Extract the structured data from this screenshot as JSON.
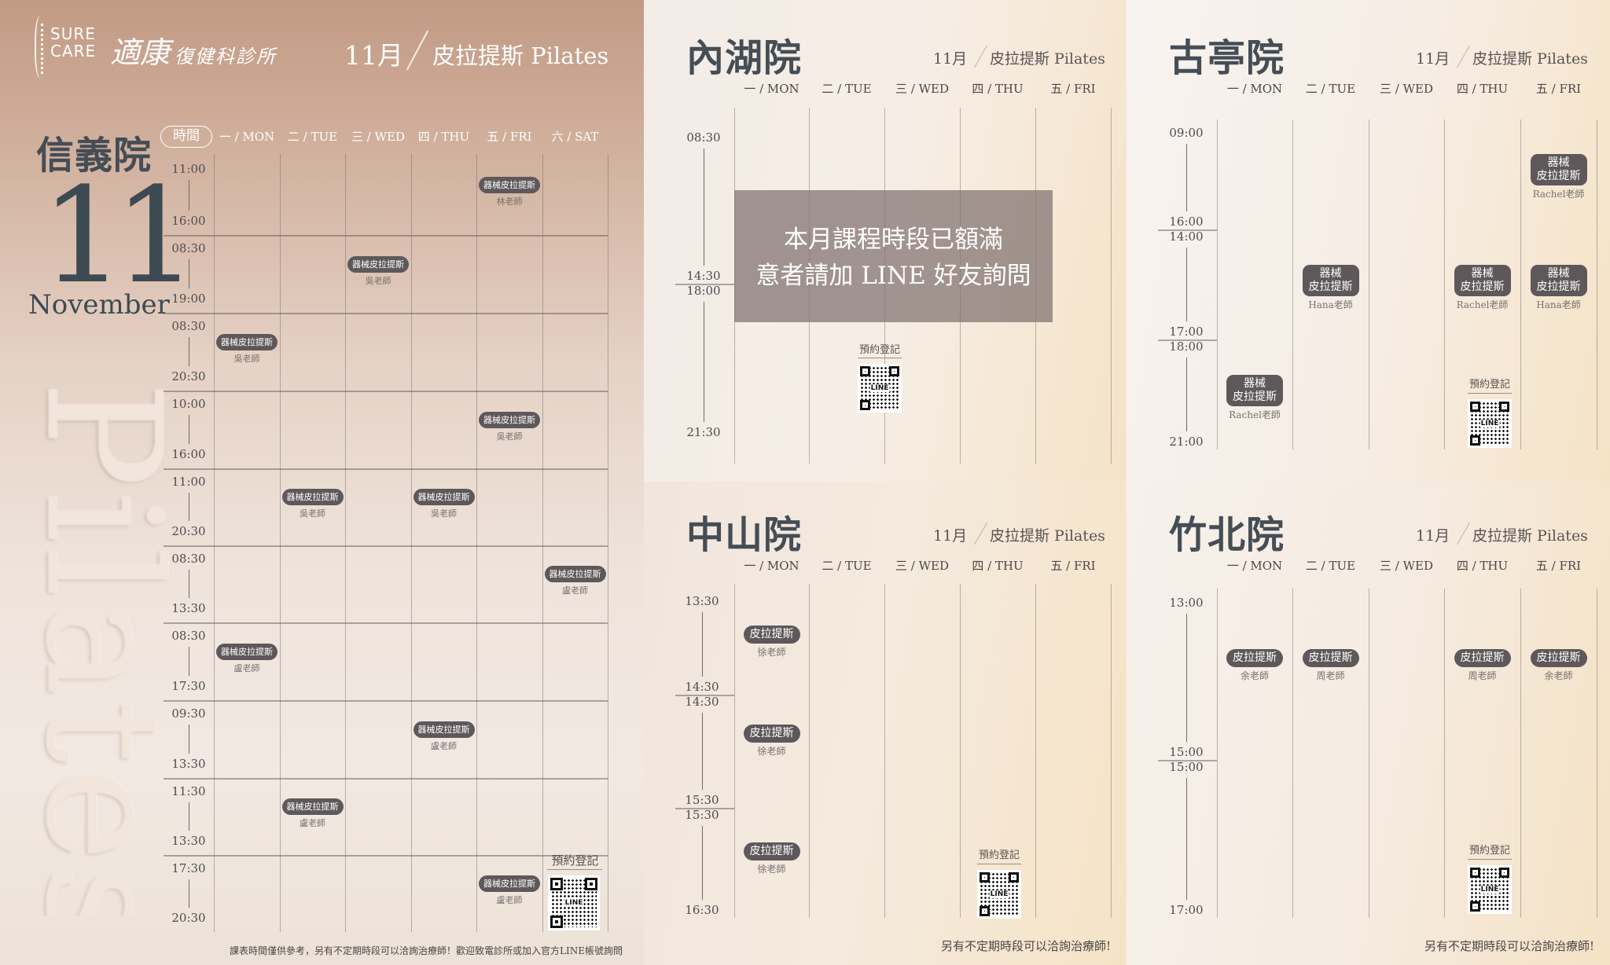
{
  "header": {
    "logo_en": [
      "SURE",
      "CARE"
    ],
    "logo_zh_main": "適康",
    "logo_zh_sub": "復健科診所",
    "month": "11月",
    "program": "皮拉提斯 Pilates"
  },
  "common": {
    "month": "11月",
    "program": "皮拉提斯 Pilates",
    "qr_label": "預約登記",
    "qr_text": "LINE",
    "note_short": "另有不定期時段可以洽詢治療師!"
  },
  "xinyi": {
    "branch": "信義院",
    "big_month_number": "11",
    "month_en": "November",
    "watermark": "Pilates",
    "time_header": "時間",
    "days": [
      "一 / MON",
      "二 / TUE",
      "三 / WED",
      "四 / THU",
      "五 / FRI",
      "六 / SAT"
    ],
    "rows": [
      {
        "start": "11:00",
        "end": "16:00"
      },
      {
        "start": "08:30",
        "end": "19:00"
      },
      {
        "start": "08:30",
        "end": "20:30"
      },
      {
        "start": "10:00",
        "end": "16:00"
      },
      {
        "start": "11:00",
        "end": "20:30"
      },
      {
        "start": "08:30",
        "end": "13:30"
      },
      {
        "start": "08:30",
        "end": "17:30"
      },
      {
        "start": "09:30",
        "end": "13:30"
      },
      {
        "start": "11:30",
        "end": "13:30"
      },
      {
        "start": "17:30",
        "end": "20:30"
      }
    ],
    "classes": [
      {
        "row": 0,
        "day": 4,
        "name": "器械皮拉提斯",
        "teacher": "林老師"
      },
      {
        "row": 1,
        "day": 2,
        "name": "器械皮拉提斯",
        "teacher": "吳老師"
      },
      {
        "row": 2,
        "day": 0,
        "name": "器械皮拉提斯",
        "teacher": "吳老師"
      },
      {
        "row": 3,
        "day": 4,
        "name": "器械皮拉提斯",
        "teacher": "吳老師"
      },
      {
        "row": 4,
        "day": 1,
        "name": "器械皮拉提斯",
        "teacher": "吳老師"
      },
      {
        "row": 4,
        "day": 3,
        "name": "器械皮拉提斯",
        "teacher": "吳老師"
      },
      {
        "row": 5,
        "day": 5,
        "name": "器械皮拉提斯",
        "teacher": "盧老師"
      },
      {
        "row": 6,
        "day": 0,
        "name": "器械皮拉提斯",
        "teacher": "盧老師"
      },
      {
        "row": 7,
        "day": 3,
        "name": "器械皮拉提斯",
        "teacher": "盧老師"
      },
      {
        "row": 8,
        "day": 1,
        "name": "器械皮拉提斯",
        "teacher": "盧老師"
      },
      {
        "row": 9,
        "day": 4,
        "name": "器械皮拉提斯",
        "teacher": "盧老師"
      }
    ],
    "qr_label": "預約登記",
    "footer": "課表時間僅供參考，另有不定期時段可以洽詢治療師！歡迎致電診所或加入官方LINE帳號詢問"
  },
  "neihu": {
    "branch": "內湖院",
    "days": [
      "一 / MON",
      "二 / TUE",
      "三 / WED",
      "四 / THU",
      "五 / FRI"
    ],
    "rows": [
      {
        "start": "08:30",
        "end": "14:30"
      },
      {
        "start": "18:00",
        "end": "21:30"
      }
    ],
    "full_notice_line1": "本月課程時段已額滿",
    "full_notice_line2": "意者請加 LINE 好友詢問",
    "qr_label": "預約登記"
  },
  "guting": {
    "branch": "古亭院",
    "days": [
      "一 / MON",
      "二 / TUE",
      "三 / WED",
      "四 / THU",
      "五 / FRI"
    ],
    "rows": [
      {
        "start": "09:00",
        "end": "16:00"
      },
      {
        "start": "14:00",
        "end": "17:00"
      },
      {
        "start": "18:00",
        "end": "21:00"
      }
    ],
    "classes": [
      {
        "row": 0,
        "day": 4,
        "name_line1": "器械",
        "name_line2": "皮拉提斯",
        "teacher": "Rachel老師"
      },
      {
        "row": 1,
        "day": 1,
        "name_line1": "器械",
        "name_line2": "皮拉提斯",
        "teacher": "Hana老師"
      },
      {
        "row": 1,
        "day": 3,
        "name_line1": "器械",
        "name_line2": "皮拉提斯",
        "teacher": "Rachel老師"
      },
      {
        "row": 1,
        "day": 4,
        "name_line1": "器械",
        "name_line2": "皮拉提斯",
        "teacher": "Hana老師"
      },
      {
        "row": 2,
        "day": 0,
        "name_line1": "器械",
        "name_line2": "皮拉提斯",
        "teacher": "Rachel老師"
      }
    ],
    "qr_label": "預約登記"
  },
  "zhongshan": {
    "branch": "中山院",
    "days": [
      "一 / MON",
      "二 / TUE",
      "三 / WED",
      "四 / THU",
      "五 / FRI"
    ],
    "rows": [
      {
        "start": "13:30",
        "end": "14:30"
      },
      {
        "start": "14:30",
        "end": "15:30"
      },
      {
        "start": "15:30",
        "end": "16:30"
      }
    ],
    "classes": [
      {
        "row": 0,
        "day": 0,
        "name": "皮拉提斯",
        "teacher": "徐老師"
      },
      {
        "row": 1,
        "day": 0,
        "name": "皮拉提斯",
        "teacher": "徐老師"
      },
      {
        "row": 2,
        "day": 0,
        "name": "皮拉提斯",
        "teacher": "徐老師"
      }
    ],
    "qr_label": "預約登記",
    "footer": "另有不定期時段可以洽詢治療師!"
  },
  "zhubei": {
    "branch": "竹北院",
    "days": [
      "一 / MON",
      "二 / TUE",
      "三 / WED",
      "四 / THU",
      "五 / FRI"
    ],
    "rows": [
      {
        "start": "13:00",
        "end": "15:00"
      },
      {
        "start": "15:00",
        "end": "17:00"
      }
    ],
    "classes": [
      {
        "row": 0,
        "day": 0,
        "name": "皮拉提斯",
        "teacher": "余老師"
      },
      {
        "row": 0,
        "day": 1,
        "name": "皮拉提斯",
        "teacher": "周老師"
      },
      {
        "row": 0,
        "day": 3,
        "name": "皮拉提斯",
        "teacher": "周老師"
      },
      {
        "row": 0,
        "day": 4,
        "name": "皮拉提斯",
        "teacher": "余老師"
      }
    ],
    "qr_label": "預約登記",
    "footer": "另有不定期時段可以洽詢治療師!"
  },
  "colors": {
    "pill_bg": "#5e585b",
    "title_dark": "#454d55",
    "left_top": "#c29a84",
    "banner_bg": "#80706e"
  }
}
